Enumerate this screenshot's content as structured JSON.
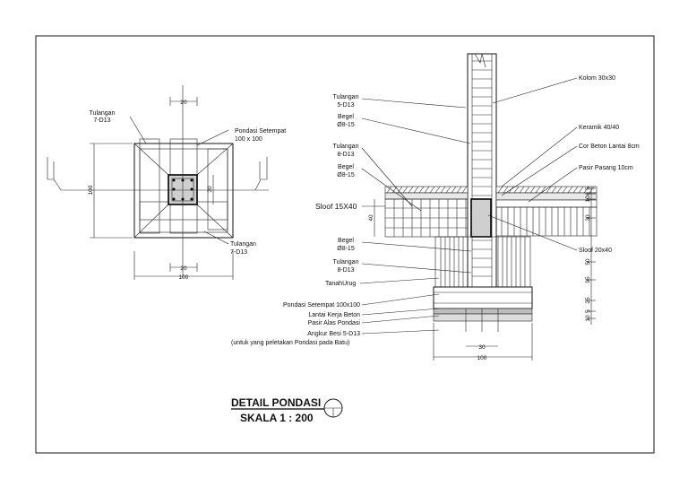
{
  "plan": {
    "dim_top": "20",
    "dim_bottom_small": "20",
    "dim_bottom": "100",
    "dim_left": "100",
    "dim_right": "30",
    "label_rebar_top": [
      "Tulangan",
      "7-D13"
    ],
    "label_rebar_bottom": [
      "Tulangan",
      "7-D13"
    ],
    "label_foundation": [
      "Pondasi Setempat",
      "100 x 100"
    ]
  },
  "section": {
    "left_labels": [
      [
        "Tulangan",
        "5-D13"
      ],
      [
        "Begel",
        "Ø8-15"
      ],
      [
        "Tulangan",
        "8-D13"
      ],
      [
        "Begel",
        "Ø8-15"
      ]
    ],
    "sloof_left": "Sloof 15X40",
    "left_labels_lower": [
      [
        "Begel",
        "Ø8-15"
      ],
      [
        "Tulangan",
        "8-D13"
      ]
    ],
    "tanah_urug": "TanahUrug",
    "bottom_labels": [
      "Pondasi Setempat 100x100",
      "Lantai Kerja Beton",
      "Pasir Alas Pondasi",
      "Angkur Besi 5-D13",
      "(untuk yang peletakan Pondasi pada Batu)"
    ],
    "right_labels": [
      "Kolom 30x30",
      "Keramik 40/40",
      "Cor Beton Lantai 8cm",
      "Pasir Pasang 10cm",
      "Sloof 20x40"
    ],
    "right_dims": [
      "5",
      "8",
      "10",
      "30",
      "50",
      "95",
      "25",
      "5",
      "10"
    ],
    "left_dim": "40",
    "bottom_dim_small": "30",
    "bottom_dim": "100"
  },
  "title": {
    "main": "DETAIL PONDASI",
    "scale": "SKALA 1 : 200"
  }
}
